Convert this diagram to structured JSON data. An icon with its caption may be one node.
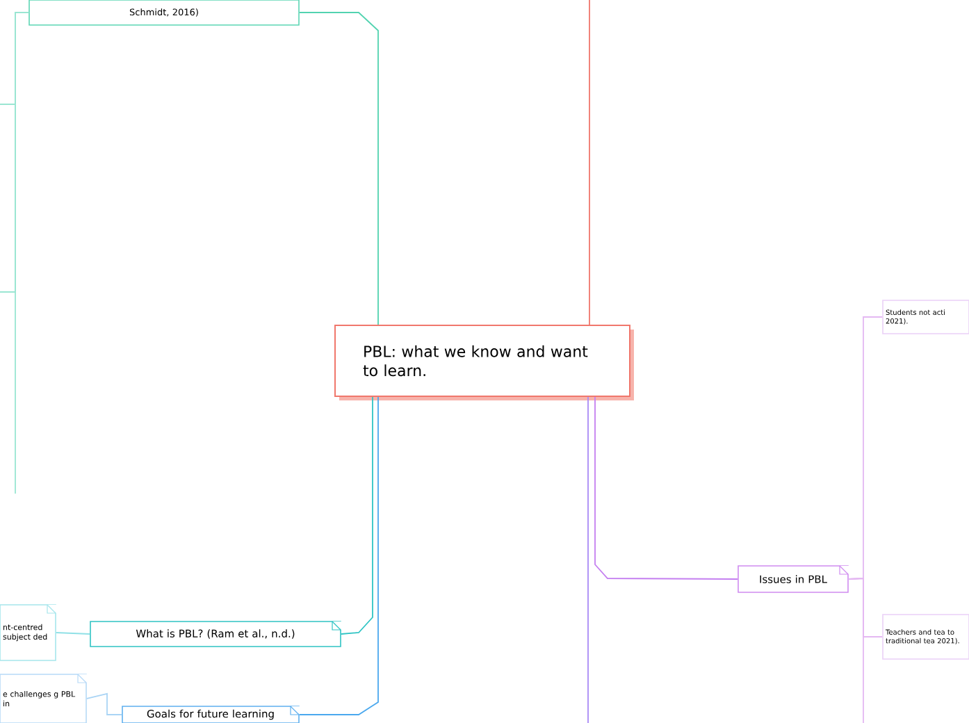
{
  "diagram": {
    "nodes": [
      {
        "text": [
          "PBL: what we know and want to learn."
        ]
      },
      {
        "text": [
          "Schmidt, 2016)"
        ]
      },
      {
        "text": [
          "What is PBL? (Ram et al., n.d.)"
        ]
      },
      {
        "text": [
          "nt-centred subject ded"
        ]
      },
      {
        "text": [
          "Goals for future learning"
        ]
      },
      {
        "text": [
          "e challenges g PBL in"
        ]
      },
      {
        "text": [
          "Issues in PBL"
        ]
      },
      {
        "text": [
          "Students not acti 2021)."
        ]
      },
      {
        "text": [
          "Teachers and tea to traditional tea 2021)."
        ]
      }
    ],
    "edges": [
      {
        "from": 0,
        "to": 1,
        "arrow": "none",
        "color": "#52d3b0"
      },
      {
        "from": 0,
        "to": 2,
        "arrow": "none",
        "color": "#2fc4c4"
      },
      {
        "from": 0,
        "to": 4,
        "arrow": "none",
        "color": "#4aa8ee"
      },
      {
        "from": 0,
        "to": null,
        "arrow": "none",
        "color": "#f0776c"
      },
      {
        "from": 0,
        "to": 6,
        "arrow": "none",
        "color": "#c47ff0"
      },
      {
        "from": 0,
        "to": null,
        "arrow": "none",
        "color": "#a98af5"
      },
      {
        "from": 2,
        "to": 3,
        "arrow": "none",
        "color": "#8fe0e6"
      },
      {
        "from": 4,
        "to": 5,
        "arrow": "none",
        "color": "#a9d4f5"
      },
      {
        "from": 6,
        "to": 7,
        "arrow": "none",
        "color": "#e4b8f2"
      },
      {
        "from": 6,
        "to": 8,
        "arrow": "none",
        "color": "#e4b8f2"
      },
      {
        "from": 1,
        "to": null,
        "arrow": "none",
        "color": "#9ae6d2"
      },
      {
        "from": 1,
        "to": null,
        "arrow": "none",
        "color": "#9ae6d2"
      },
      {
        "from": 1,
        "to": null,
        "arrow": "none",
        "color": "#9ae6d2"
      },
      {
        "from": 6,
        "to": null,
        "arrow": "none",
        "color": "#e4b8f2"
      }
    ]
  }
}
